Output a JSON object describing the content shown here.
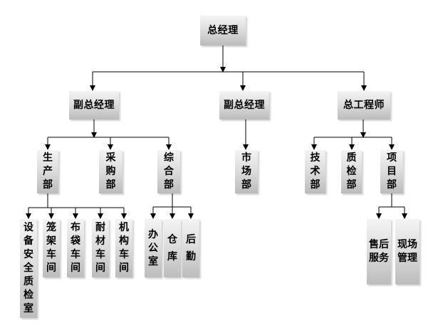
{
  "nodes": {
    "gm": "总经理",
    "vp_left": "副总经理",
    "vp_mid": "副总经理",
    "chief_engineer": "总工程师",
    "production": "生产部",
    "purchasing": "采购部",
    "general_affairs": "综合部",
    "market": "市场部",
    "technology": "技术部",
    "quality": "质检部",
    "project": "项目部",
    "equipment_safety_qc": "设备安全质检室",
    "cage_workshop": "笼架车间",
    "cloth_bag_workshop": "布袋车间",
    "refractory_workshop": "耐材车间",
    "structure_workshop": "机构车间",
    "office": "办公室",
    "warehouse": "仓库",
    "logistics": "后勤",
    "after_sales": "售后服务",
    "site_management": "现场管理"
  }
}
